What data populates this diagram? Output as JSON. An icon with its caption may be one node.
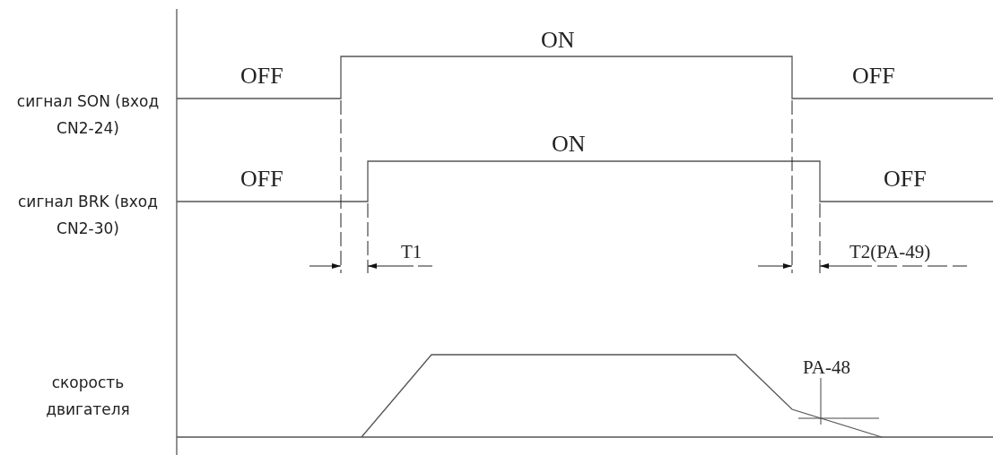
{
  "diagram": {
    "labels": [
      "ON",
      "сигнал SON (вход CN2-24)",
      "OFF",
      "OFF",
      "ON",
      "сигнал BRK (вход CN2-30)",
      "OFF",
      "OFF",
      "T1",
      "T2(PA-49)",
      "PA-48",
      "скорость двигателя"
    ]
  }
}
